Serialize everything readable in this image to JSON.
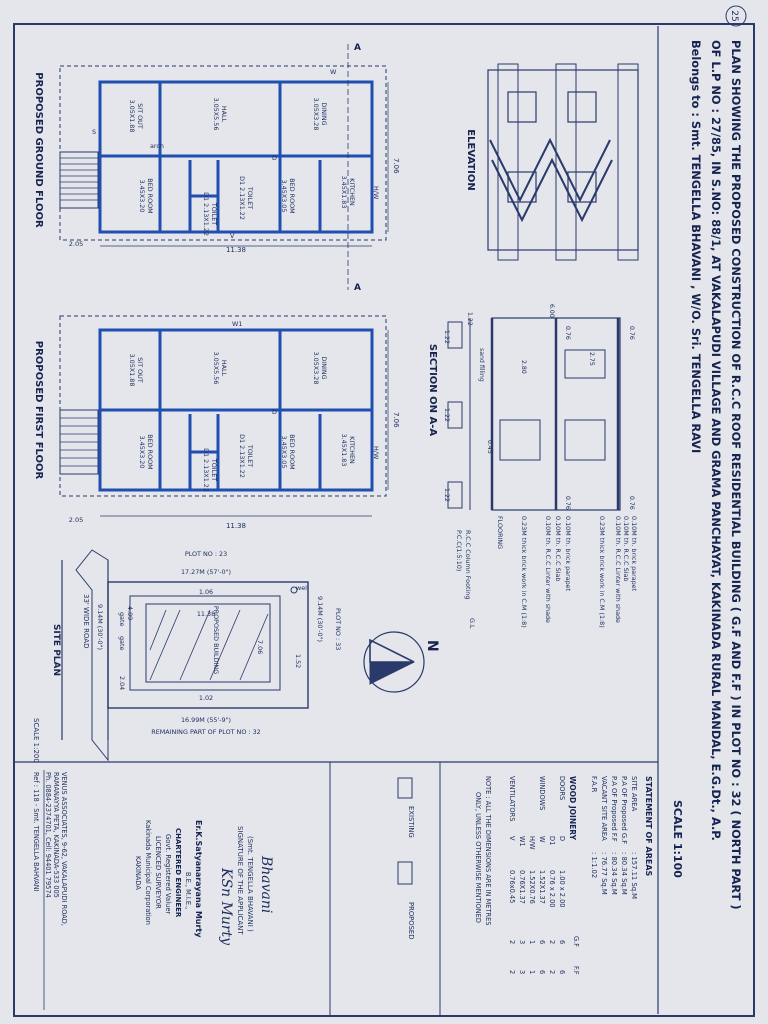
{
  "title": {
    "line1": "PLAN SHOWING THE PROPOSED CONSTRUCTION OF R.C.C ROOF RESIDENTIAL BUILDING ( G.F AND F.F ) IN PLOT NO : 32 ( NORTH PART )",
    "line2": "OF L.P NO : 27/85, IN S.NO: 88/1, AT VAKALAPUDI VILLAGE AND GRAMA PANCHAYAT, KAKINADA RURAL MANDAL, E.G.Dt., A.P.",
    "line3": "Belongs to : Smt. TENGELLA BHAVANI , W/O. Sri. TENGELLA RAVI",
    "scale": "SCALE 1:100",
    "page_mark": "25"
  },
  "elevation": {
    "label": "ELEVATION"
  },
  "section": {
    "label": "SECTION ON A-A",
    "notes": [
      "0.10M th. brick parapet",
      "0.10M th. R.C.C Slab",
      "0.10M th. R.C.C Linter with shade",
      "0.23M thick brick work in C.M (1:8)",
      "0.10M th. brick parapet",
      "0.10M th. R.C.C Slab",
      "0.10M th. R.C.C Linter with shade",
      "0.23M thick brick work in C.M (1:8)",
      "FLOORING",
      "G.L",
      "R.C.C Column Footing",
      "P.C.C(1:5:10)"
    ],
    "dims": [
      "6.00",
      "0.76",
      "0.76",
      "2.80",
      "2.75",
      "0.45",
      "0.76",
      "0.76",
      "1.22",
      "1.22",
      "1.22",
      "1.22",
      "sand filling"
    ]
  },
  "ground_floor": {
    "label": "PROPOSED GROUND FLOOR",
    "rooms": [
      {
        "name": "DINING",
        "size": "3.05X3.28"
      },
      {
        "name": "KITCHEN",
        "size": "3.45X1.83"
      },
      {
        "name": "HALL",
        "size": "3.05X5.56"
      },
      {
        "name": "BED ROOM",
        "size": "3.45X3.05"
      },
      {
        "name": "TOILET",
        "size": "D1 2.13X1.22"
      },
      {
        "name": "TOILET",
        "size": "D1 2.13X1.22"
      },
      {
        "name": "SIT OUT",
        "size": "3.05X1.88"
      },
      {
        "name": "BED ROOM",
        "size": "3.45X3.20"
      }
    ],
    "dim_length": "11.38",
    "dim_width": "7.06",
    "dim_stair": "2.05",
    "marks": [
      "A",
      "A",
      "W",
      "D",
      "V",
      "H/W",
      "arch",
      "S"
    ]
  },
  "first_floor": {
    "label": "PROPOSED FIRST FLOOR",
    "rooms": [
      {
        "name": "DINING",
        "size": "3.05X3.28"
      },
      {
        "name": "KITCHEN",
        "size": "3.45X1.83"
      },
      {
        "name": "HALL",
        "size": "3.05X5.56"
      },
      {
        "name": "BED ROOM",
        "size": "3.45X3.05"
      },
      {
        "name": "TOILET",
        "size": "D1 2.13X1.22"
      },
      {
        "name": "TOILET",
        "size": "D1 2.13X1.22"
      },
      {
        "name": "SIT OUT",
        "size": "3.05X1.88"
      },
      {
        "name": "BED ROOM",
        "size": "3.45X3.20"
      }
    ],
    "dim_length": "11.38",
    "dim_width": "7.06",
    "dim_stair": "2.05",
    "marks": [
      "W1",
      "D",
      "H/W"
    ]
  },
  "site_plan": {
    "label": "SITE PLAN",
    "scale": "SCALE 1:200",
    "plot_north": "PLOT NO : 23",
    "plot_east": "PLOT NO : 33",
    "remaining": "REMAINING PART OF PLOT NO : 32",
    "road": "33' WIDE ROAD",
    "dim_top": "17.27M (57'-0\")",
    "dim_bottom": "16.99M (55'-9\")",
    "dim_left": "9.14M (30'-0\")",
    "dim_right": "9.14M (30'-0\")",
    "building": "PROPOSED BUILDING",
    "inner": [
      "1.06",
      "11.38",
      "7.06",
      "4.09",
      "1.52",
      "2.04",
      "1.02"
    ],
    "gate": "gate",
    "well": "well"
  },
  "areas": {
    "heading": "STATEMENT OF AREAS",
    "rows": [
      {
        "label": "SITE AREA",
        "value": ": 157.11 Sq.M"
      },
      {
        "label": "P.A OF Proposed G.F",
        "value": ": 80.34 Sq.M"
      },
      {
        "label": "P.A OF Proposed F.F",
        "value": ": 80.34 Sq.M"
      },
      {
        "label": "VACANT SITE AREA",
        "value": ": 76.77 Sq.M"
      },
      {
        "label": "F.A.R",
        "value": ": 1:1.02"
      }
    ]
  },
  "joinery": {
    "heading": "WOOD JOINERY",
    "cols": [
      "G.F",
      "F.F"
    ],
    "rows": [
      {
        "label": "DOORS",
        "code": "D",
        "size": "1.00 x 2.00",
        "gf": "6",
        "ff": "6"
      },
      {
        "label": "",
        "code": "D1",
        "size": "0.76 x 2.00",
        "gf": "2",
        "ff": "2"
      },
      {
        "label": "WINDOWS",
        "code": "W",
        "size": "1.52X1.37",
        "gf": "6",
        "ff": "6"
      },
      {
        "label": "",
        "code": "H/W",
        "size": "1.52X0.76",
        "gf": "1",
        "ff": "1"
      },
      {
        "label": "",
        "code": "W1",
        "size": "0.76X1.37",
        "gf": "3",
        "ff": "3"
      },
      {
        "label": "VENTILATORS",
        "code": "V",
        "size": "0.76x0.45",
        "gf": "2",
        "ff": "2"
      }
    ]
  },
  "note": {
    "line1": "NOTE : ALL THE DIMENSIONS ARE IN METRES",
    "line2": "ONLY, UNLESS OTHERWISE MENTIONED"
  },
  "legend": {
    "existing": "EXISTING",
    "proposed": "PROPOSED",
    "existing_color": "#e8e070",
    "proposed_color": "#c8a8d8"
  },
  "applicant": {
    "name": "(Smt. TENGELLA BHAVANI )",
    "caption": "SIGNATURE OF THE APPLICANT",
    "signature": "Bhavani"
  },
  "engineer": {
    "name": "Er.K.Satyanarayana Murty",
    "degree": "B.E., M.I.E.,",
    "title1": "CHARTERED ENGINEER",
    "title2": "Govt. Registered Valuer",
    "title3": "LICENCED SURVEYOR",
    "title4": "Kakinada Municipal Corporation",
    "title5": "KAKINADA",
    "signature": "KSn Murty"
  },
  "office": {
    "line1": "VENUS ASSOCIATES, 9-62, VAKALAPUDI ROAD,",
    "line2": "RAMANAYYA PETA, KAKINADA-533 005",
    "line3": "Ph. 0884-2374701, Cell: 94401 79574",
    "ref": "Ref : 118 - Smt. TENGELLA BAHVANI"
  }
}
